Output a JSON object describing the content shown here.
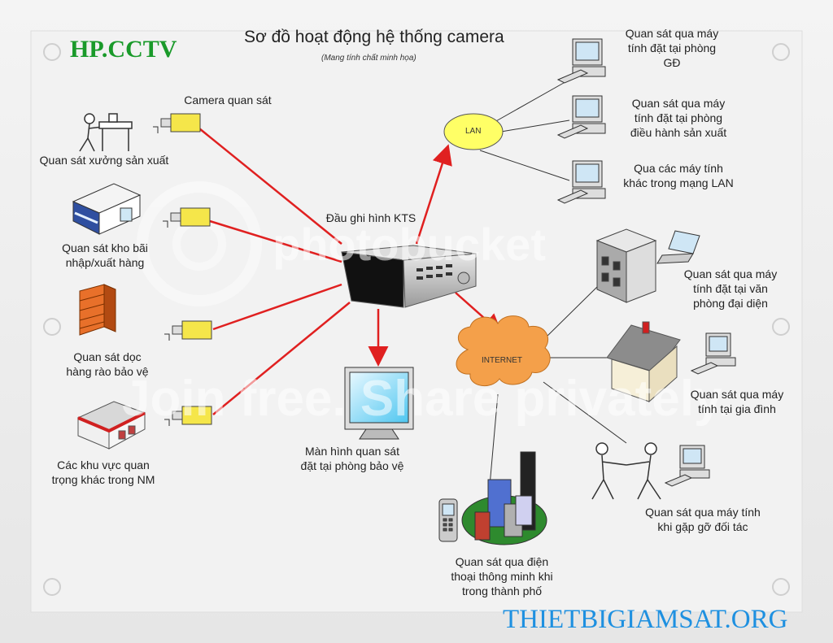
{
  "brand": "HP.CCTV",
  "title": "Sơ đồ hoạt động hệ thống camera",
  "subtitle": "(Mang tính chất minh họa)",
  "site": "THIETBIGIAMSAT.ORG",
  "watermark": {
    "logo": "photobucket",
    "slogan": "Join free. Share privately."
  },
  "colors": {
    "red_link": "#e02020",
    "lan_fill": "#ffff66",
    "internet_fill": "#f4a04a",
    "brand": "#1a9a2a",
    "site": "#1e90e0"
  },
  "left": {
    "camera_label": "Camera quan sát",
    "workshop": "Quan sát xưởng sản xuất",
    "warehouse": "Quan sát kho bãi\nnhập/xuất hàng",
    "fence": "Quan sát dọc\nhàng rào bảo vệ",
    "other_areas": "Các khu vực quan\ntrọng khác trong NM"
  },
  "center": {
    "dvr": "Đầu ghi hình KTS",
    "monitor": "Màn hình quan sát\nđặt tại phòng bảo vệ",
    "lan": "LAN",
    "internet": "INTERNET"
  },
  "right": {
    "pc_director": "Quan sát qua máy\ntính đặt tại phòng\nGĐ",
    "pc_production": "Quan sát qua máy\ntính đặt tại phòng\nđiều hành sản xuất",
    "pc_lan": "Qua các máy tính\nkhác trong mạng LAN",
    "office": "Quan sát qua máy\ntính đặt tại văn\nphòng đại diện",
    "home": "Quan sát qua máy\ntính tại gia đình",
    "partner": "Quan sát qua máy tính\nkhi gặp gỡ đối tác",
    "phone": "Quan sát qua điện\nthoại thông minh khi\ntrong thành phố"
  }
}
